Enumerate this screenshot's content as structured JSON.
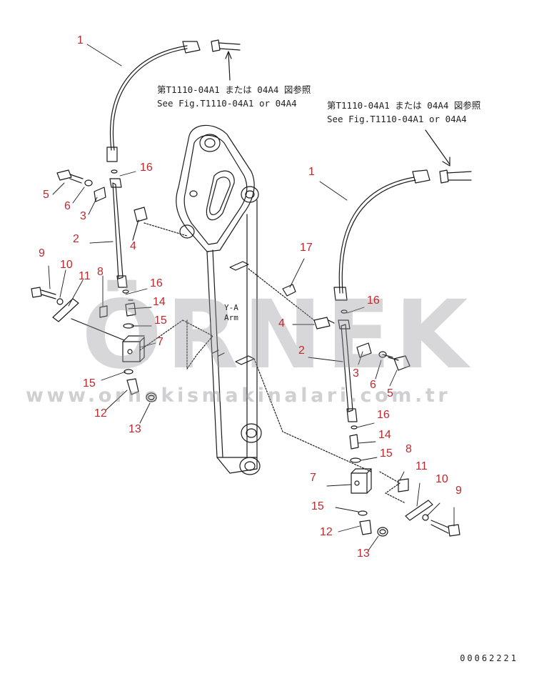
{
  "reference_notes": {
    "left": [
      "第T1110-04A1 または 04A4 図参照",
      "See Fig.T1110-04A1 or 04A4"
    ],
    "right": [
      "第T1110-04A1 または 04A4 図参照",
      "See Fig.T1110-04A1 or 04A4"
    ]
  },
  "arm_label": [
    "Y-A",
    "Arm"
  ],
  "document_number": "00062221",
  "watermark": {
    "brand": "ÖRNEK",
    "url": "www.ornekismakinalari.com.tr"
  },
  "callouts": {
    "left": {
      "c1": "1",
      "c16a": "16",
      "c5": "5",
      "c6": "6",
      "c3": "3",
      "c2": "2",
      "c4": "4",
      "c9": "9",
      "c10": "10",
      "c11": "11",
      "c8": "8",
      "c16b": "16",
      "c14": "14",
      "c15a": "15",
      "c7": "7",
      "c15b": "15",
      "c12": "12",
      "c13": "13"
    },
    "right": {
      "c1": "1",
      "c17": "17",
      "c16a": "16",
      "c4": "4",
      "c2": "2",
      "c3": "3",
      "c6": "6",
      "c5": "5",
      "c16b": "16",
      "c14": "14",
      "c15a": "15",
      "c8": "8",
      "c7": "7",
      "c11": "11",
      "c10": "10",
      "c9": "9",
      "c15b": "15",
      "c12": "12",
      "c13": "13"
    }
  },
  "colors": {
    "callout": "#c0282d",
    "line": "#1a1a1a",
    "watermark": "#9a9a9f"
  }
}
